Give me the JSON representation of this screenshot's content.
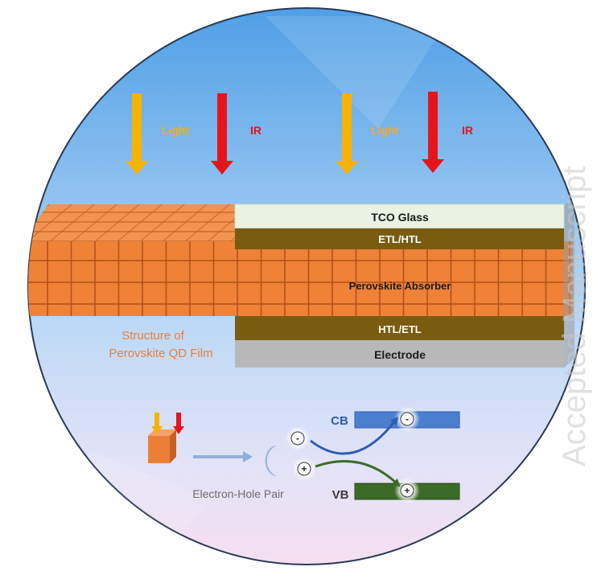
{
  "arrows": {
    "left_light_label": "Light",
    "left_ir_label": "IR",
    "right_light_label": "Light",
    "right_ir_label": "IR",
    "light_color": "#f6b300",
    "ir_color": "#e8141c"
  },
  "stack": {
    "tco": "TCO Glass",
    "etl_htl": "ETL/HTL",
    "absorber": "Perovskite Absorber",
    "htl_etl": "HTL/ETL",
    "electrode": "Electrode"
  },
  "qd_film": {
    "line1": "Structure of",
    "line2": "Perovskite QD Film",
    "color": "#ec7f38"
  },
  "bands": {
    "cb": "CB",
    "vb": "VB",
    "cb_color": "#4a7fd0",
    "vb_color": "#3b6b27",
    "electron_symbol": "-",
    "hole_symbol": "+",
    "pair_label": "Electron-Hole Pair"
  },
  "watermark": "Accepted Manuscript"
}
